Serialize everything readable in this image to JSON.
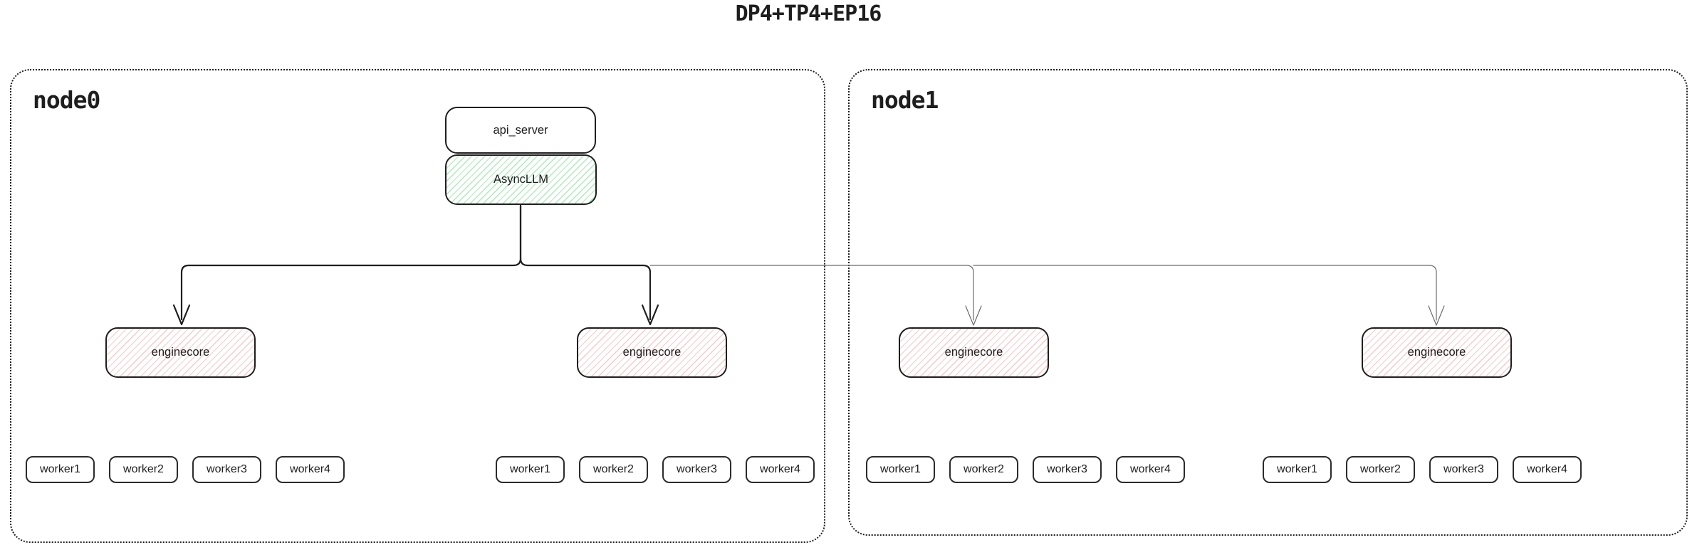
{
  "title": "DP4+TP4+EP16",
  "colors": {
    "background": "#ffffff",
    "ink": "#1e1e1e",
    "edge_dark": "#1e1e1e",
    "edge_light": "#6b6b6b",
    "green_hatch": "#a9efb6",
    "red_hatch": "#ffc9c9"
  },
  "nodes": [
    {
      "label": "node0",
      "api_server_label": "api_server",
      "asyncllm_label": "AsyncLLM",
      "enginecores": [
        {
          "label": "enginecore",
          "workers": [
            "worker1",
            "worker2",
            "worker3",
            "worker4"
          ]
        },
        {
          "label": "enginecore",
          "workers": [
            "worker1",
            "worker2",
            "worker3",
            "worker4"
          ]
        }
      ]
    },
    {
      "label": "node1",
      "enginecores": [
        {
          "label": "enginecore",
          "workers": [
            "worker1",
            "worker2",
            "worker3",
            "worker4"
          ]
        },
        {
          "label": "enginecore",
          "workers": [
            "worker1",
            "worker2",
            "worker3",
            "worker4"
          ]
        }
      ]
    }
  ]
}
